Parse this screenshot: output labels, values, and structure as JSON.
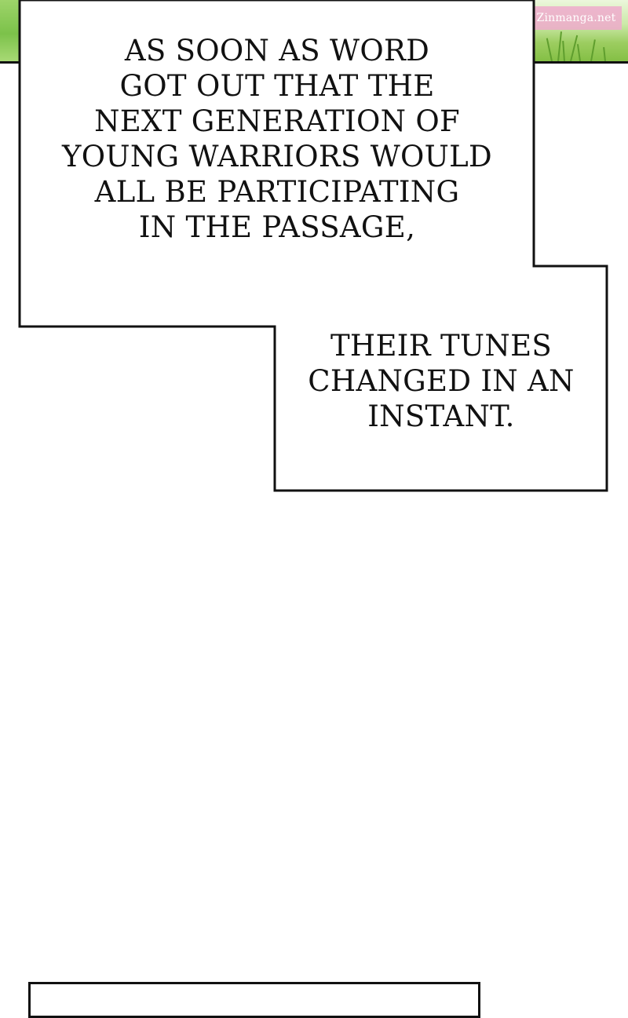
{
  "watermark": {
    "text": "Zinmanga.net"
  },
  "captions": [
    {
      "lines": [
        "AS SOON AS WORD",
        "GOT OUT THAT THE",
        "NEXT GENERATION OF",
        "YOUNG WARRIORS WOULD",
        "ALL BE PARTICIPATING",
        "IN THE PASSAGE,"
      ]
    },
    {
      "lines": [
        "THEIR TUNES",
        "CHANGED IN AN",
        "INSTANT."
      ]
    }
  ],
  "colors": {
    "ink": "#111111",
    "paper": "#ffffff",
    "grass": "#7cc24a",
    "watermark_bg": "#eeaacc"
  }
}
